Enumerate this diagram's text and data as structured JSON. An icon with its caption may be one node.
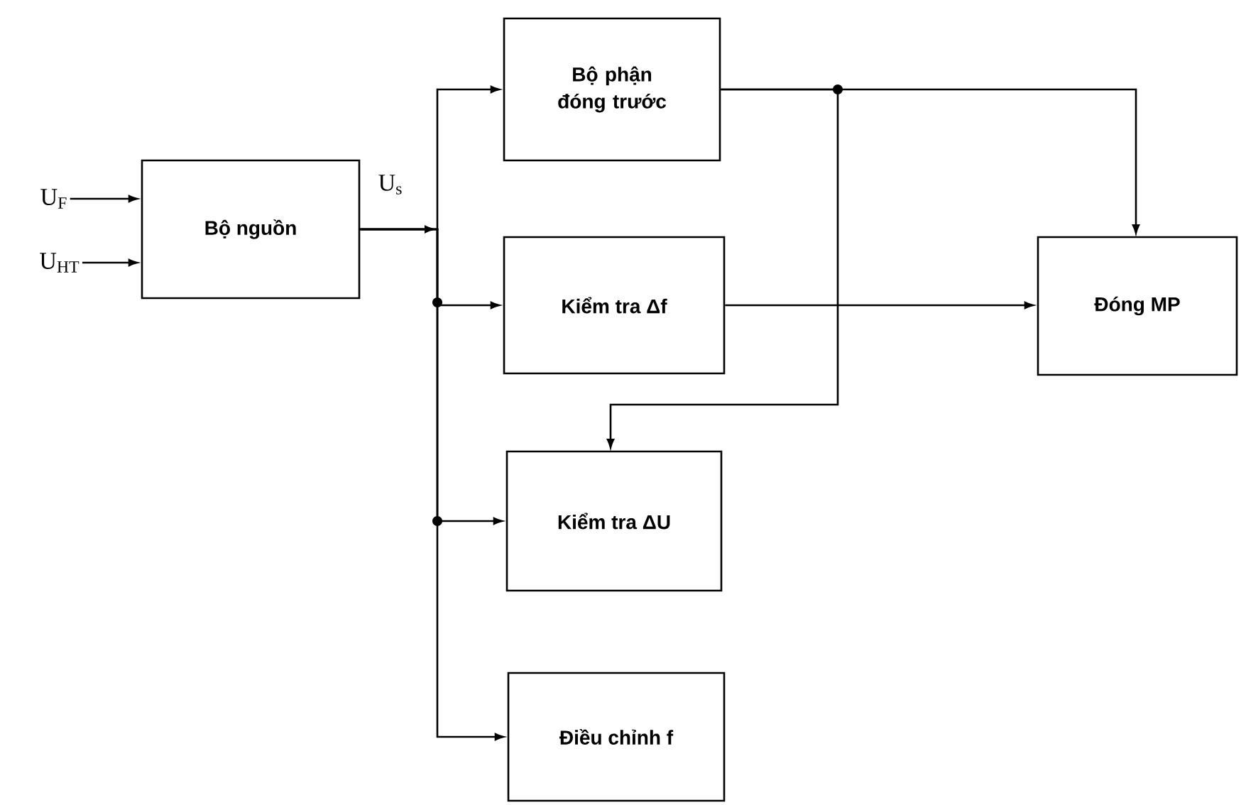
{
  "diagram": {
    "nodes": [
      {
        "text": [
          "U$_{F}$"
        ]
      },
      {
        "text": [
          "U$_{HT}$"
        ]
      },
      {
        "text": [
          "Bộ nguồn"
        ]
      },
      {
        "text": [
          "Bộ phận đóng trước"
        ]
      },
      {
        "text": [
          "Kiểm tra Δf"
        ]
      },
      {
        "text": [
          "Kiểm tra ΔU"
        ]
      },
      {
        "text": [
          "Điều chỉnh f"
        ]
      },
      {
        "text": [
          "Đóng MP"
        ]
      }
    ],
    "edges": [
      {
        "from": 0,
        "to": 2,
        "arrow": "to"
      },
      {
        "from": 1,
        "to": 2,
        "arrow": "to"
      },
      {
        "from": 2,
        "to": 3,
        "arrow": "to"
      },
      {
        "from": 2,
        "to": 4,
        "arrow": "to"
      },
      {
        "from": 2,
        "to": 5,
        "arrow": "to"
      },
      {
        "from": 2,
        "to": 6,
        "arrow": "to"
      },
      {
        "from": 3,
        "to": 7,
        "arrow": "to"
      },
      {
        "from": 3,
        "to": 5,
        "arrow": "to"
      },
      {
        "from": 4,
        "to": 7,
        "arrow": "to"
      }
    ],
    "labels": [
      "U$_{s}$"
    ]
  }
}
